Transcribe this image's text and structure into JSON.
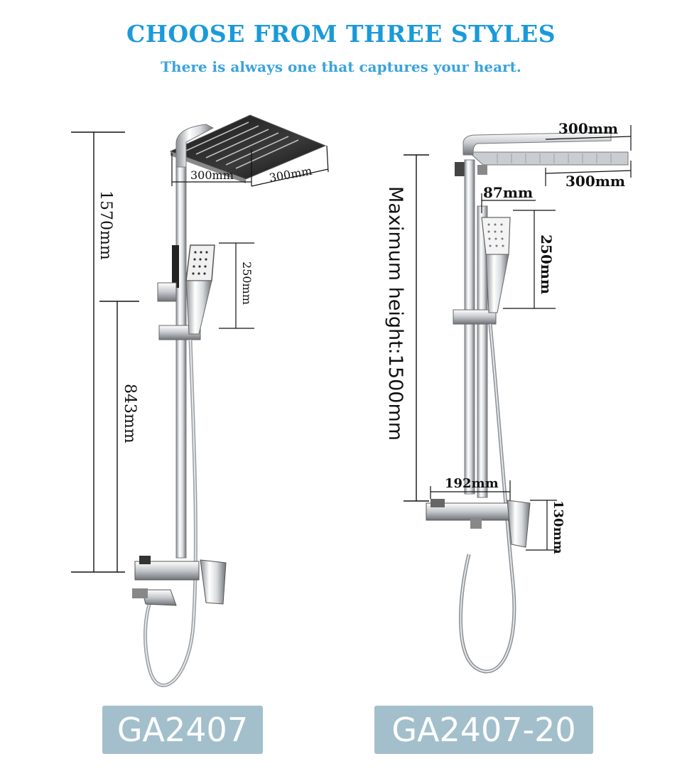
{
  "header": {
    "title": "CHOOSE FROM THREE STYLES",
    "subtitle": "There is always one that captures your heart."
  },
  "products": [
    {
      "model": "GA2407",
      "dimensions": {
        "total_height": "1570mm",
        "lower_height": "843mm",
        "head_width": "300mm",
        "head_depth": "300mm",
        "handheld_length": "250mm"
      }
    },
    {
      "model": "GA2407-20",
      "dimensions": {
        "head_width": "300mm",
        "head_depth": "300mm",
        "max_height": "Maximum height:1500mm",
        "handheld_width": "87mm",
        "handheld_length": "250mm",
        "valve_width": "192mm",
        "valve_height": "130mm"
      }
    }
  ],
  "colors": {
    "title": "#1a9ad8",
    "subtitle": "#3ba3dc",
    "badge": "#a3bfcc",
    "chrome": "#c9ccd0"
  }
}
